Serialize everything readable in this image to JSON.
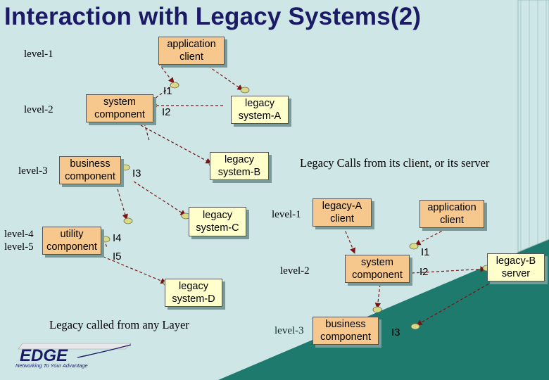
{
  "title": "Interaction with Legacy Systems(2)",
  "left": {
    "levels": [
      "level-1",
      "level-2",
      "level-3",
      "level-4",
      "level-5"
    ],
    "boxes": {
      "application_client": "application\nclient",
      "system_component": "system\ncomponent",
      "business_component": "business\ncomponent",
      "utility_component": "utility\ncomponent",
      "legacy_a": "legacy\nsystem-A",
      "legacy_b": "legacy\nsystem-B",
      "legacy_c": "legacy\nsystem-C",
      "legacy_d": "legacy\nsystem-D"
    },
    "interfaces": [
      "I1",
      "I2",
      "I3",
      "I4",
      "I5"
    ],
    "caption": "Legacy called from any Layer"
  },
  "right": {
    "caption": "Legacy Calls from its client, or its server",
    "levels": [
      "level-1",
      "level-2",
      "level-3"
    ],
    "boxes": {
      "legacy_a_client": "legacy-A\nclient",
      "application_client": "application\nclient",
      "system_component": "system\ncomponent",
      "business_component": "business\ncomponent",
      "legacy_b_server": "legacy-B\nserver"
    },
    "interfaces": [
      "I1",
      "I2",
      "I3"
    ]
  },
  "logo": {
    "name": "EDGE",
    "tagline": "Networking To Your Advantage"
  },
  "colors": {
    "background": "#cfe6e6",
    "dark_region": "#1f7a6e",
    "title": "#1a1a66",
    "component_box": "#f6c88d",
    "legacy_box": "#ffffcc",
    "arrow": "#7a1414",
    "interface_dot": "#d9d98a"
  }
}
